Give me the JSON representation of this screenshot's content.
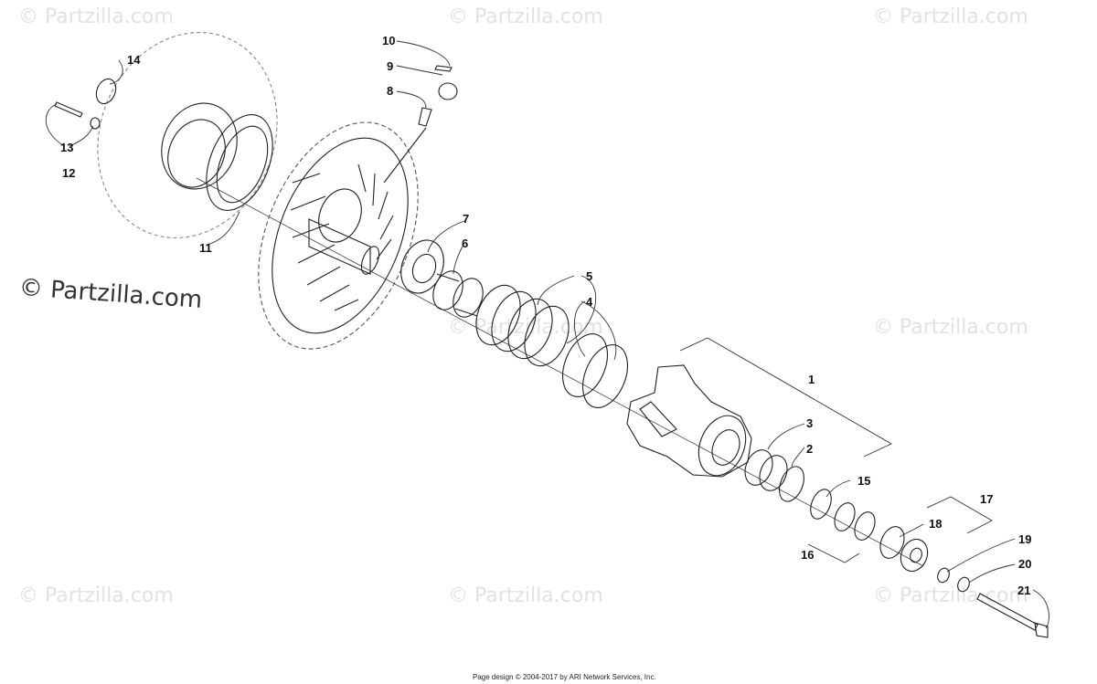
{
  "watermark": {
    "text": "© Partzilla.com",
    "main_text": "© Partzilla.com"
  },
  "footer": "Page design © 2004-2017 by ARI Network Services, Inc.",
  "callouts": [
    "1",
    "2",
    "3",
    "4",
    "5",
    "6",
    "7",
    "8",
    "9",
    "10",
    "11",
    "12",
    "13",
    "14",
    "15",
    "16",
    "17",
    "18",
    "19",
    "20",
    "21"
  ],
  "colors": {
    "line": "#222222",
    "watermark": "#e2e2e2",
    "dashed": "#888888"
  }
}
